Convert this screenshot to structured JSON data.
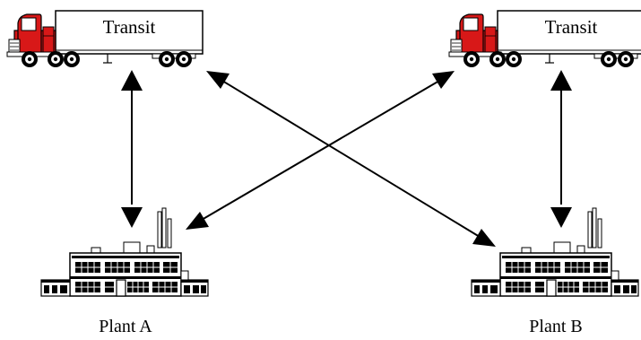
{
  "trucks": [
    {
      "label": "Transit"
    },
    {
      "label": "Transit"
    }
  ],
  "plants": [
    {
      "label": "Plant A"
    },
    {
      "label": "Plant B"
    }
  ],
  "colors": {
    "truck_cab": "#d81818",
    "line": "#000000",
    "background": "#ffffff"
  }
}
